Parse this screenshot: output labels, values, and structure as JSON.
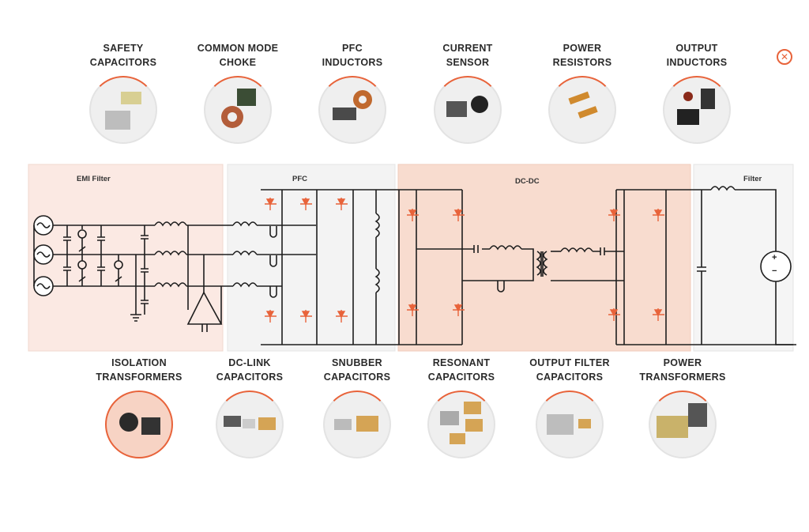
{
  "top_categories": [
    {
      "label_line1": "SAFETY",
      "label_line2": "CAPACITORS"
    },
    {
      "label_line1": "COMMON MODE",
      "label_line2": "CHOKE"
    },
    {
      "label_line1": "PFC",
      "label_line2": "INDUCTORS"
    },
    {
      "label_line1": "CURRENT",
      "label_line2": "SENSOR"
    },
    {
      "label_line1": "POWER",
      "label_line2": "RESISTORS"
    },
    {
      "label_line1": "OUTPUT",
      "label_line2": "INDUCTORS"
    }
  ],
  "bottom_categories": [
    {
      "label_line1": "ISOLATION",
      "label_line2": "TRANSFORMERS",
      "active": true
    },
    {
      "label_line1": "DC-LINK",
      "label_line2": "CAPACITORS"
    },
    {
      "label_line1": "SNUBBER",
      "label_line2": "CAPACITORS"
    },
    {
      "label_line1": "RESONANT",
      "label_line2": "CAPACITORS"
    },
    {
      "label_line1": "OUTPUT FILTER",
      "label_line2": "CAPACITORS"
    },
    {
      "label_line1": "POWER",
      "label_line2": "TRANSFORMERS"
    }
  ],
  "sections": {
    "emi": "EMI Filter",
    "pfc": "PFC",
    "dcdc": "DC-DC",
    "filter": "Filter"
  },
  "colors": {
    "accent": "#e8633a",
    "emi_bg": "#fbe9e3",
    "pfc_bg": "#f3f3f3",
    "dcdc_bg": "#f8dccf",
    "filter_bg": "#f5f5f5"
  },
  "close_icon": "✕",
  "source_symbol": {
    "plus": "+",
    "minus": "−"
  }
}
